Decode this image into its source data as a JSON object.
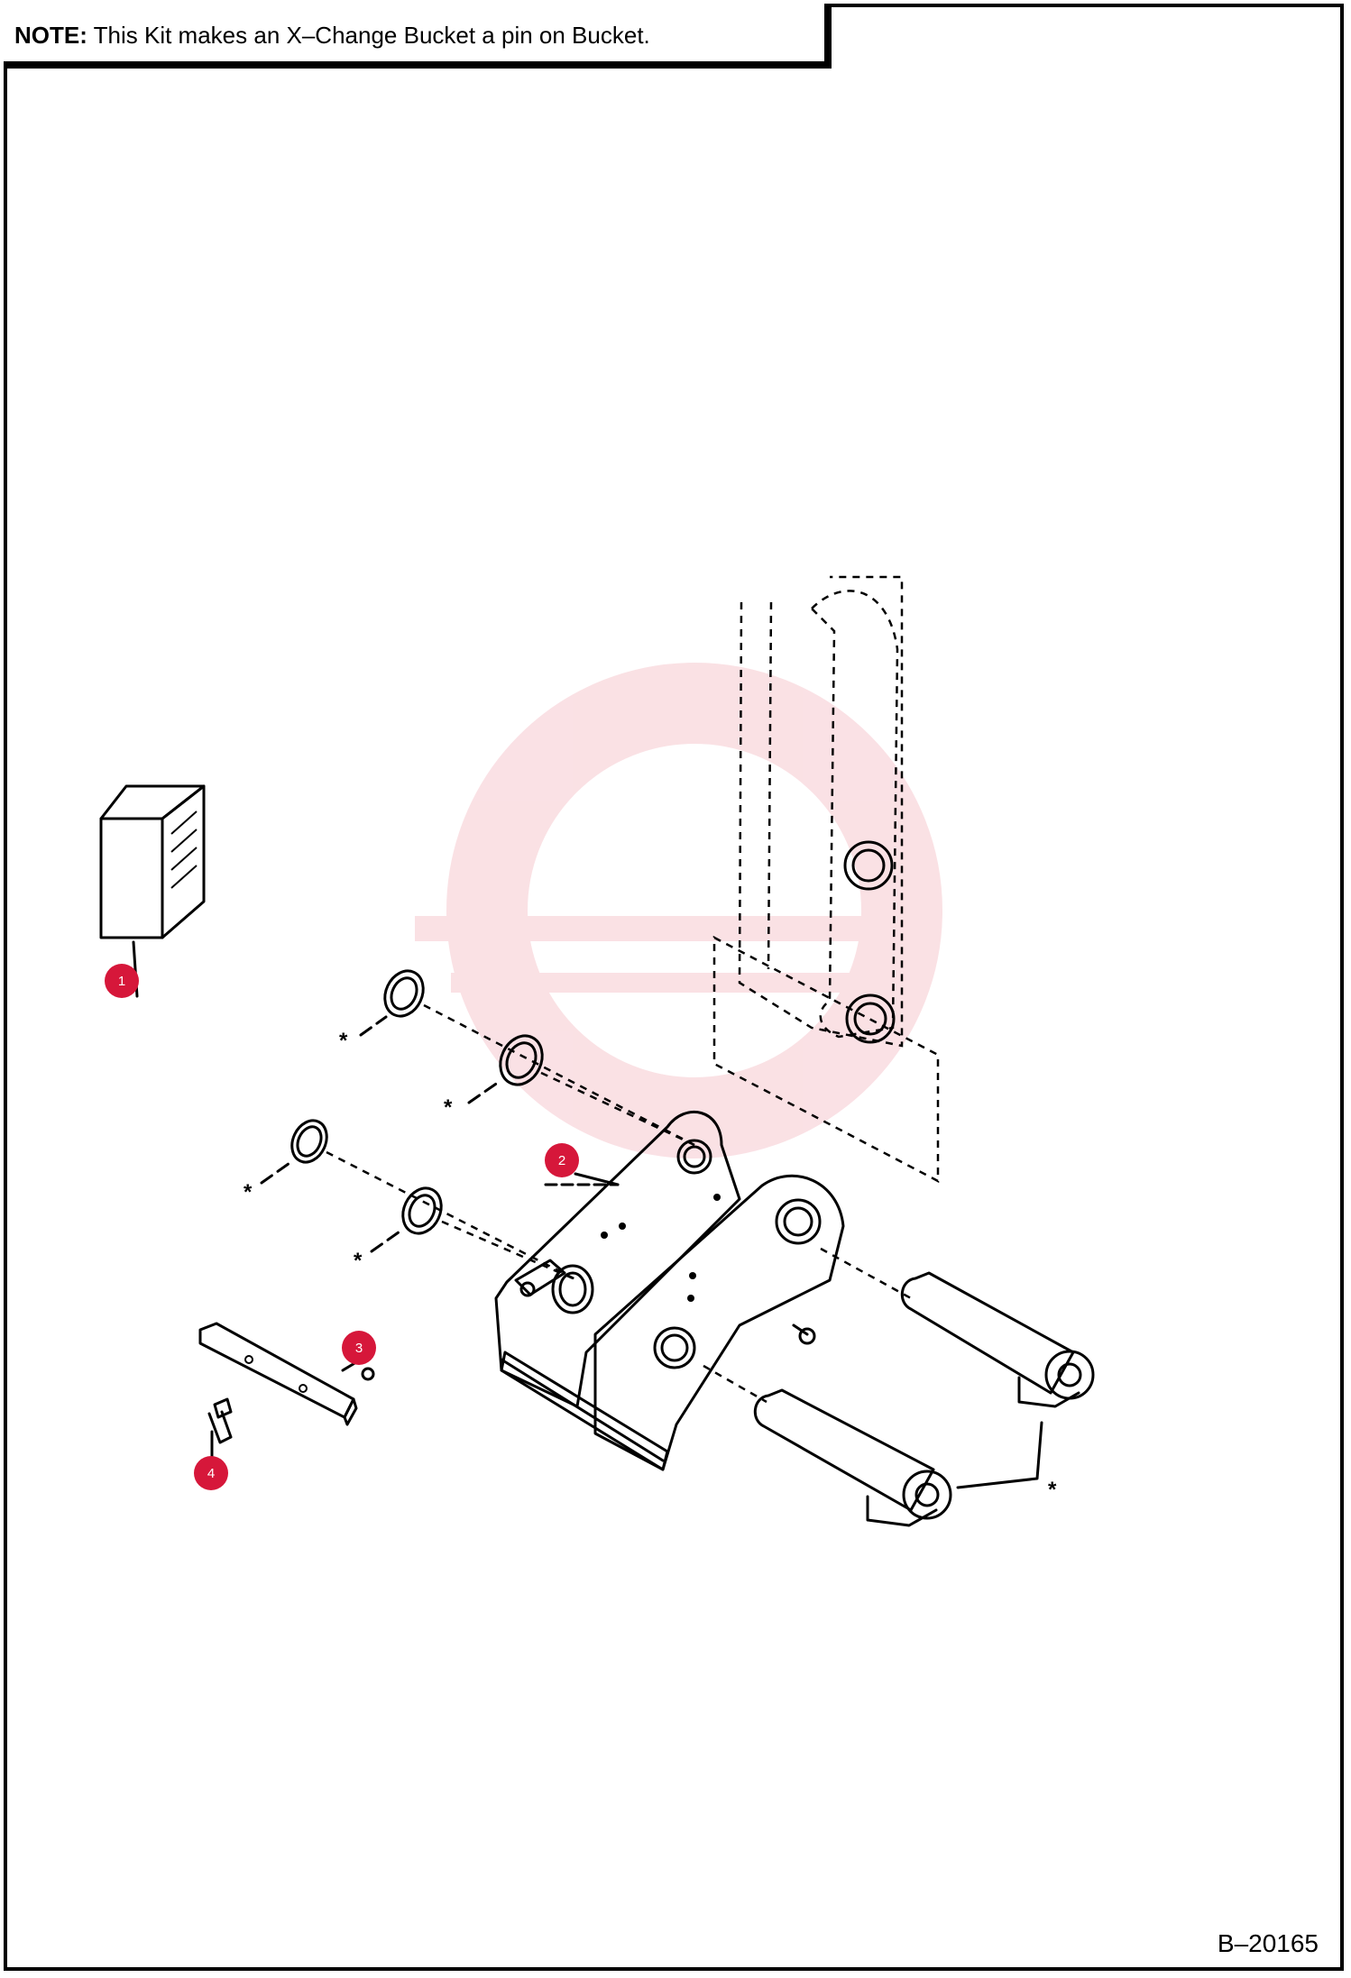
{
  "note": {
    "label": "NOTE:",
    "text": " This Kit makes an X–Change Bucket a pin on Bucket."
  },
  "document_number": "B–20165",
  "callouts": [
    "1",
    "2",
    "3",
    "4"
  ],
  "asterisk": "*",
  "colors": {
    "callout": "#d6173a",
    "line": "#000000",
    "watermark": "#f6c9cf"
  }
}
